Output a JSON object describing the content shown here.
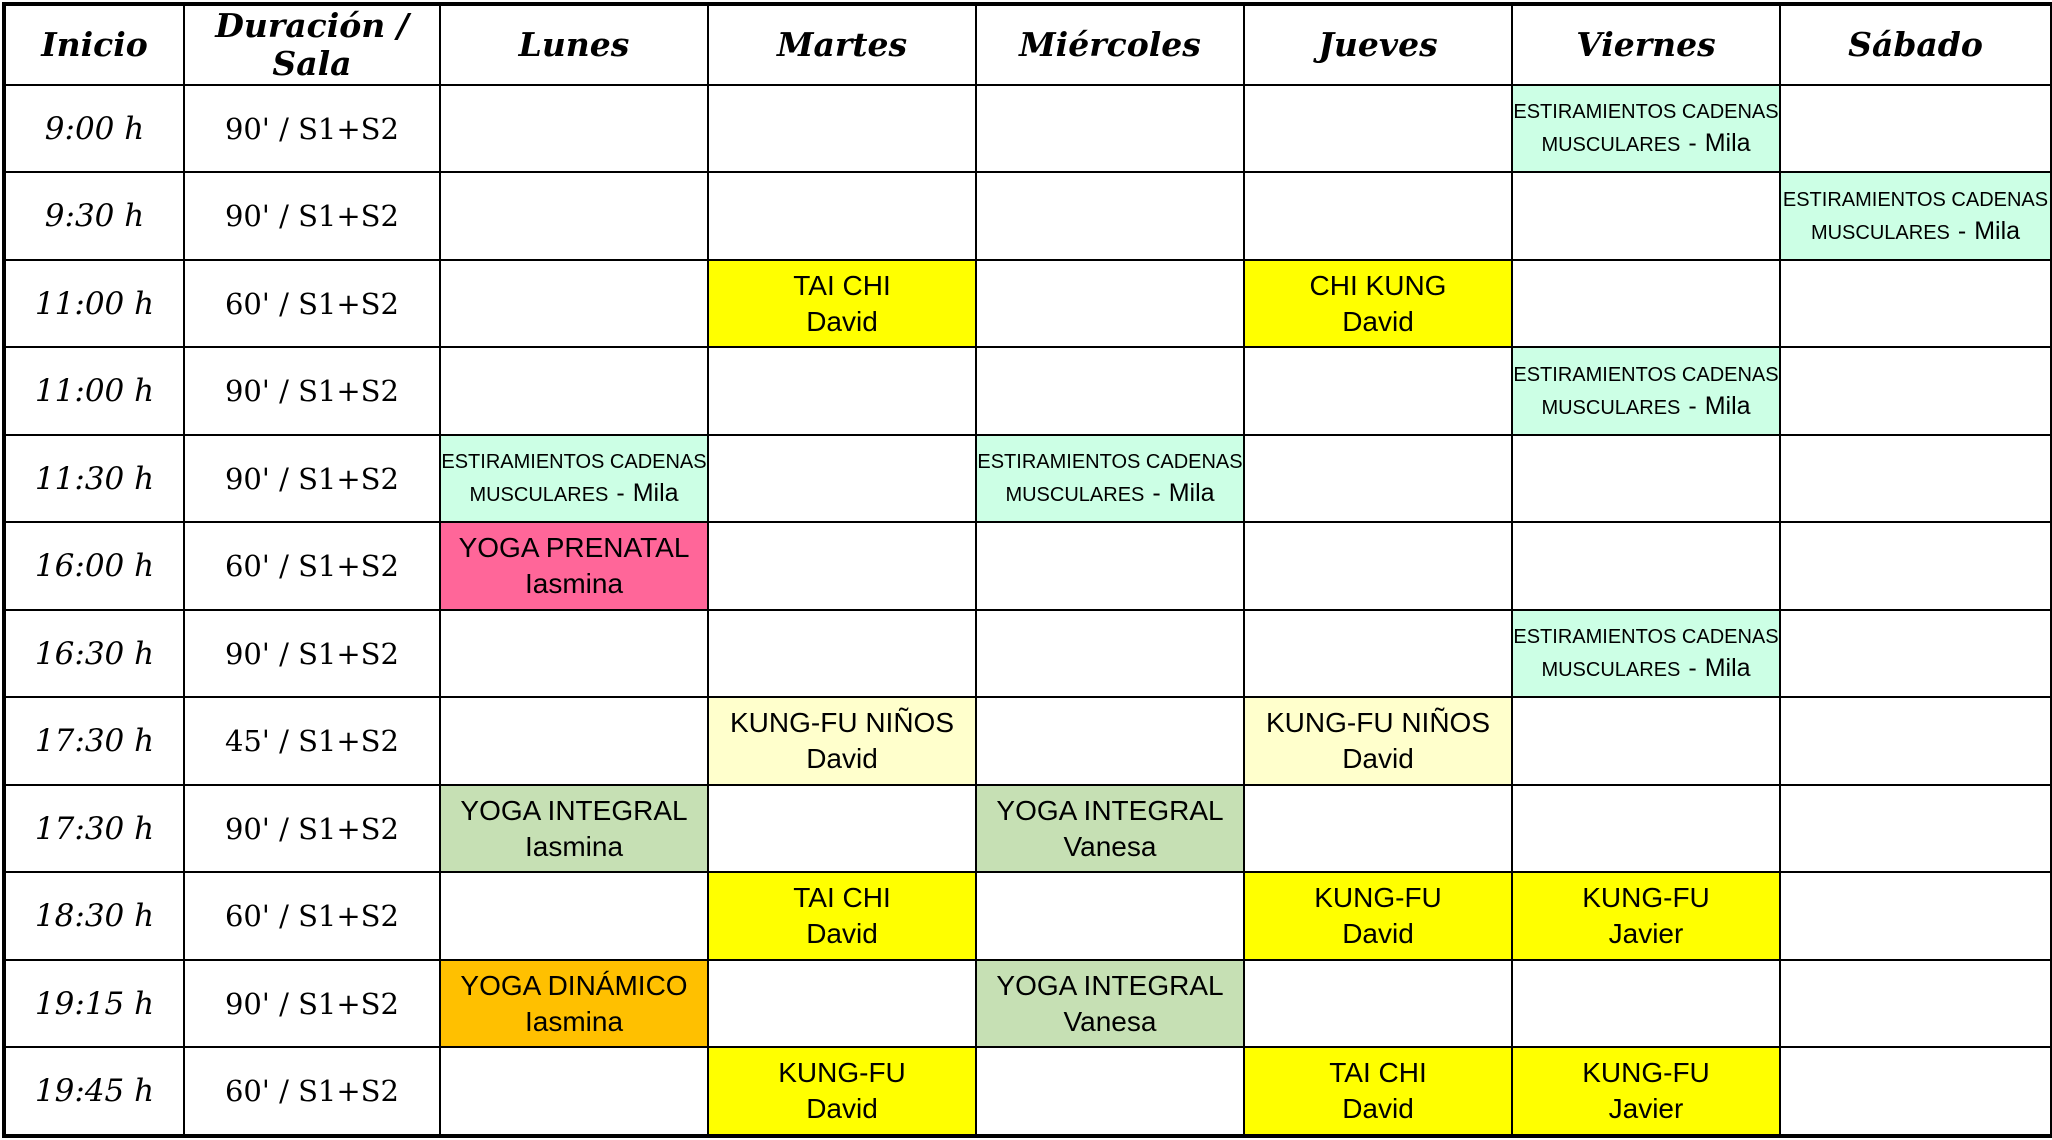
{
  "colors": {
    "yellow": "#ffff00",
    "light_yellow": "#ffffcc",
    "mint": "#ccffe5",
    "green": "#c6e0b4",
    "pink": "#ff6699",
    "orange": "#ffc000"
  },
  "headers": [
    "Inicio",
    "Duración / Sala",
    "Lunes",
    "Martes",
    "Miércoles",
    "Jueves",
    "Viernes",
    "Sábado"
  ],
  "rows": [
    {
      "time": "9:00 h",
      "duration": "90' / S1+S2",
      "cells": [
        null,
        null,
        null,
        null,
        {
          "line1": "ESTIRAMIENTOS CADENAS",
          "line2": "MUSCULARES",
          "sep": "-",
          "teacher": "Mila",
          "color": "mint",
          "style": "small"
        },
        null
      ]
    },
    {
      "time": "9:30 h",
      "duration": "90' / S1+S2",
      "cells": [
        null,
        null,
        null,
        null,
        null,
        {
          "line1": "ESTIRAMIENTOS CADENAS",
          "line2": "MUSCULARES",
          "sep": "-",
          "teacher": "Mila",
          "color": "mint",
          "style": "small"
        }
      ]
    },
    {
      "time": "11:00 h",
      "duration": "60' / S1+S2",
      "cells": [
        null,
        {
          "name": "TAI CHI",
          "teacher": "David",
          "color": "yellow",
          "style": "normal"
        },
        null,
        {
          "name": "CHI KUNG",
          "teacher": "David",
          "color": "yellow",
          "style": "normal"
        },
        null,
        null
      ]
    },
    {
      "time": "11:00 h",
      "duration": "90' / S1+S2",
      "cells": [
        null,
        null,
        null,
        null,
        {
          "line1": "ESTIRAMIENTOS CADENAS",
          "line2": "MUSCULARES",
          "sep": "-",
          "teacher": "Mila",
          "color": "mint",
          "style": "small"
        },
        null
      ]
    },
    {
      "time": "11:30 h",
      "duration": "90' / S1+S2",
      "cells": [
        {
          "line1": "ESTIRAMIENTOS CADENAS",
          "line2": "MUSCULARES",
          "sep": "-",
          "teacher": "Mila",
          "color": "mint",
          "style": "small"
        },
        null,
        {
          "line1": "ESTIRAMIENTOS CADENAS",
          "line2": "MUSCULARES",
          "sep": "-",
          "teacher": "Mila",
          "color": "mint",
          "style": "small"
        },
        null,
        null,
        null
      ]
    },
    {
      "time": "16:00 h",
      "duration": "60' / S1+S2",
      "cells": [
        {
          "name": "YOGA PRENATAL",
          "teacher": "Iasmina",
          "color": "pink",
          "style": "normal"
        },
        null,
        null,
        null,
        null,
        null
      ]
    },
    {
      "time": "16:30 h",
      "duration": "90' / S1+S2",
      "cells": [
        null,
        null,
        null,
        null,
        {
          "line1": "ESTIRAMIENTOS CADENAS",
          "line2": "MUSCULARES",
          "sep": "-",
          "teacher": "Mila",
          "color": "mint",
          "style": "small"
        },
        null
      ]
    },
    {
      "time": "17:30 h",
      "duration": "45' / S1+S2",
      "cells": [
        null,
        {
          "name": "KUNG-FU NIÑOS",
          "teacher": "David",
          "color": "light_yellow",
          "style": "normal"
        },
        null,
        {
          "name": "KUNG-FU NIÑOS",
          "teacher": "David",
          "color": "light_yellow",
          "style": "normal"
        },
        null,
        null
      ]
    },
    {
      "time": "17:30 h",
      "duration": "90' / S1+S2",
      "cells": [
        {
          "name": "YOGA INTEGRAL",
          "teacher": "Iasmina",
          "color": "green",
          "style": "normal"
        },
        null,
        {
          "name": "YOGA INTEGRAL",
          "teacher": "Vanesa",
          "color": "green",
          "style": "normal"
        },
        null,
        null,
        null
      ]
    },
    {
      "time": "18:30 h",
      "duration": "60' / S1+S2",
      "cells": [
        null,
        {
          "name": "TAI CHI",
          "teacher": "David",
          "color": "yellow",
          "style": "normal"
        },
        null,
        {
          "name": "KUNG-FU",
          "teacher": "David",
          "color": "yellow",
          "style": "normal"
        },
        {
          "name": "KUNG-FU",
          "teacher": "Javier",
          "color": "yellow",
          "style": "normal"
        },
        null
      ]
    },
    {
      "time": "19:15 h",
      "duration": "90' / S1+S2",
      "cells": [
        {
          "name": "YOGA DINÁMICO",
          "teacher": "Iasmina",
          "color": "orange",
          "style": "normal"
        },
        null,
        {
          "name": "YOGA INTEGRAL",
          "teacher": "Vanesa",
          "color": "green",
          "style": "normal"
        },
        null,
        null,
        null
      ]
    },
    {
      "time": "19:45 h",
      "duration": "60' / S1+S2",
      "cells": [
        null,
        {
          "name": "KUNG-FU",
          "teacher": "David",
          "color": "yellow",
          "style": "normal"
        },
        null,
        {
          "name": "TAI CHI",
          "teacher": "David",
          "color": "yellow",
          "style": "normal"
        },
        {
          "name": "KUNG-FU",
          "teacher": "Javier",
          "color": "yellow",
          "style": "normal"
        },
        null
      ]
    }
  ]
}
